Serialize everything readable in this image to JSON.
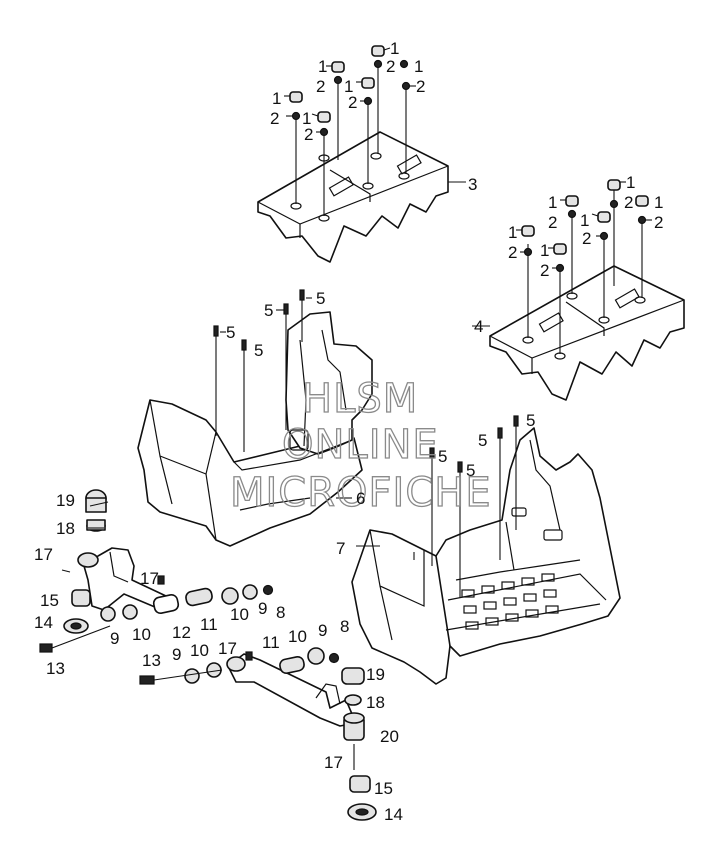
{
  "watermark": {
    "line1": "HLSM",
    "line2": "ONLINE",
    "line3": "MICROFICHE"
  },
  "callouts": [
    {
      "id": "c1a",
      "text": "1"
    },
    {
      "id": "c1b",
      "text": "1"
    },
    {
      "id": "c2a",
      "text": "2"
    },
    {
      "id": "c1c",
      "text": "1"
    },
    {
      "id": "c2b",
      "text": "2"
    },
    {
      "id": "c1d",
      "text": "1"
    },
    {
      "id": "c2c",
      "text": "2"
    },
    {
      "id": "c1e",
      "text": "1"
    },
    {
      "id": "c2d",
      "text": "2"
    },
    {
      "id": "c2e",
      "text": "2"
    },
    {
      "id": "c1f",
      "text": "1"
    },
    {
      "id": "c2f",
      "text": "2"
    },
    {
      "id": "c3",
      "text": "3"
    },
    {
      "id": "c1g",
      "text": "1"
    },
    {
      "id": "c1h",
      "text": "1"
    },
    {
      "id": "c2g",
      "text": "2"
    },
    {
      "id": "c2h",
      "text": "2"
    },
    {
      "id": "c1i",
      "text": "1"
    },
    {
      "id": "c2i",
      "text": "2"
    },
    {
      "id": "c1j",
      "text": "1"
    },
    {
      "id": "c2j",
      "text": "2"
    },
    {
      "id": "c1k",
      "text": "1"
    },
    {
      "id": "c2k",
      "text": "2"
    },
    {
      "id": "c1l",
      "text": "1"
    },
    {
      "id": "c2l",
      "text": "2"
    },
    {
      "id": "c4",
      "text": "4"
    },
    {
      "id": "c5a",
      "text": "5"
    },
    {
      "id": "c5b",
      "text": "5"
    },
    {
      "id": "c5c",
      "text": "5"
    },
    {
      "id": "c5d",
      "text": "5"
    },
    {
      "id": "c6",
      "text": "6"
    },
    {
      "id": "c5e",
      "text": "5"
    },
    {
      "id": "c5f",
      "text": "5"
    },
    {
      "id": "c5g",
      "text": "5"
    },
    {
      "id": "c5h",
      "text": "5"
    },
    {
      "id": "c7",
      "text": "7"
    },
    {
      "id": "c19a",
      "text": "19"
    },
    {
      "id": "c18a",
      "text": "18"
    },
    {
      "id": "c17a",
      "text": "17"
    },
    {
      "id": "c17b",
      "text": "17"
    },
    {
      "id": "c15a",
      "text": "15"
    },
    {
      "id": "c14a",
      "text": "14"
    },
    {
      "id": "c9a",
      "text": "9"
    },
    {
      "id": "c10a",
      "text": "10"
    },
    {
      "id": "c12",
      "text": "12"
    },
    {
      "id": "c11a",
      "text": "11"
    },
    {
      "id": "c10b",
      "text": "10"
    },
    {
      "id": "c9b",
      "text": "9"
    },
    {
      "id": "c8a",
      "text": "8"
    },
    {
      "id": "c13a",
      "text": "13"
    },
    {
      "id": "c11b",
      "text": "11"
    },
    {
      "id": "c10c",
      "text": "10"
    },
    {
      "id": "c9c",
      "text": "9"
    },
    {
      "id": "c8b",
      "text": "8"
    },
    {
      "id": "c13b",
      "text": "13"
    },
    {
      "id": "c9d",
      "text": "9"
    },
    {
      "id": "c10d",
      "text": "10"
    },
    {
      "id": "c17c",
      "text": "17"
    },
    {
      "id": "c19b",
      "text": "19"
    },
    {
      "id": "c18b",
      "text": "18"
    },
    {
      "id": "c20",
      "text": "20"
    },
    {
      "id": "c17d",
      "text": "17"
    },
    {
      "id": "c15b",
      "text": "15"
    },
    {
      "id": "c14b",
      "text": "14"
    }
  ]
}
